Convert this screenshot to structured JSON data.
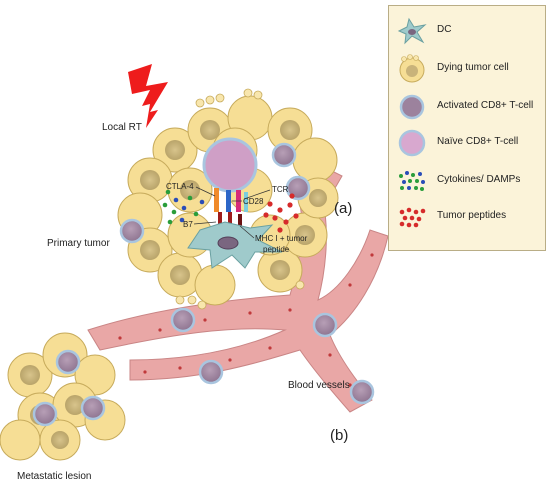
{
  "diagram": {
    "labels": {
      "local_rt": "Local RT",
      "primary_tumor": "Primary tumor",
      "metastatic_lesion": "Metastatic lesion",
      "blood_vessels": "Blood vessels",
      "panel_a": "(a)",
      "panel_b": "(b)",
      "ctla4": "CTLA-4",
      "cd28": "CD28",
      "tcr": "TCR",
      "b7": "B7",
      "mhc_line1": "MHC I + tumor",
      "mhc_line2": "peptide"
    }
  },
  "legend": {
    "items": [
      {
        "icon": "dc-icon",
        "label": "DC"
      },
      {
        "icon": "dying-tumor-cell-icon",
        "label": "Dying tumor  cell"
      },
      {
        "icon": "activated-cd8-t-cell-icon",
        "label": "Activated CD8+ T-cell"
      },
      {
        "icon": "naive-cd8-t-cell-icon",
        "label": "Naïve CD8+ T-cell"
      },
      {
        "icon": "cytokines-damps-icon",
        "label": "Cytokines/ DAMPs"
      },
      {
        "icon": "tumor-peptides-icon",
        "label": "Tumor peptides"
      }
    ]
  },
  "colors": {
    "tumor_fill": "#f5dd91",
    "tumor_nucleus": "#c9b37a",
    "vessel": "#e8a6a6",
    "tcell_activated": "#a48ba3",
    "tcell_naive": "#d8a8cf",
    "dc": "#9cc7c8",
    "lightning": "#ee1c1c"
  }
}
